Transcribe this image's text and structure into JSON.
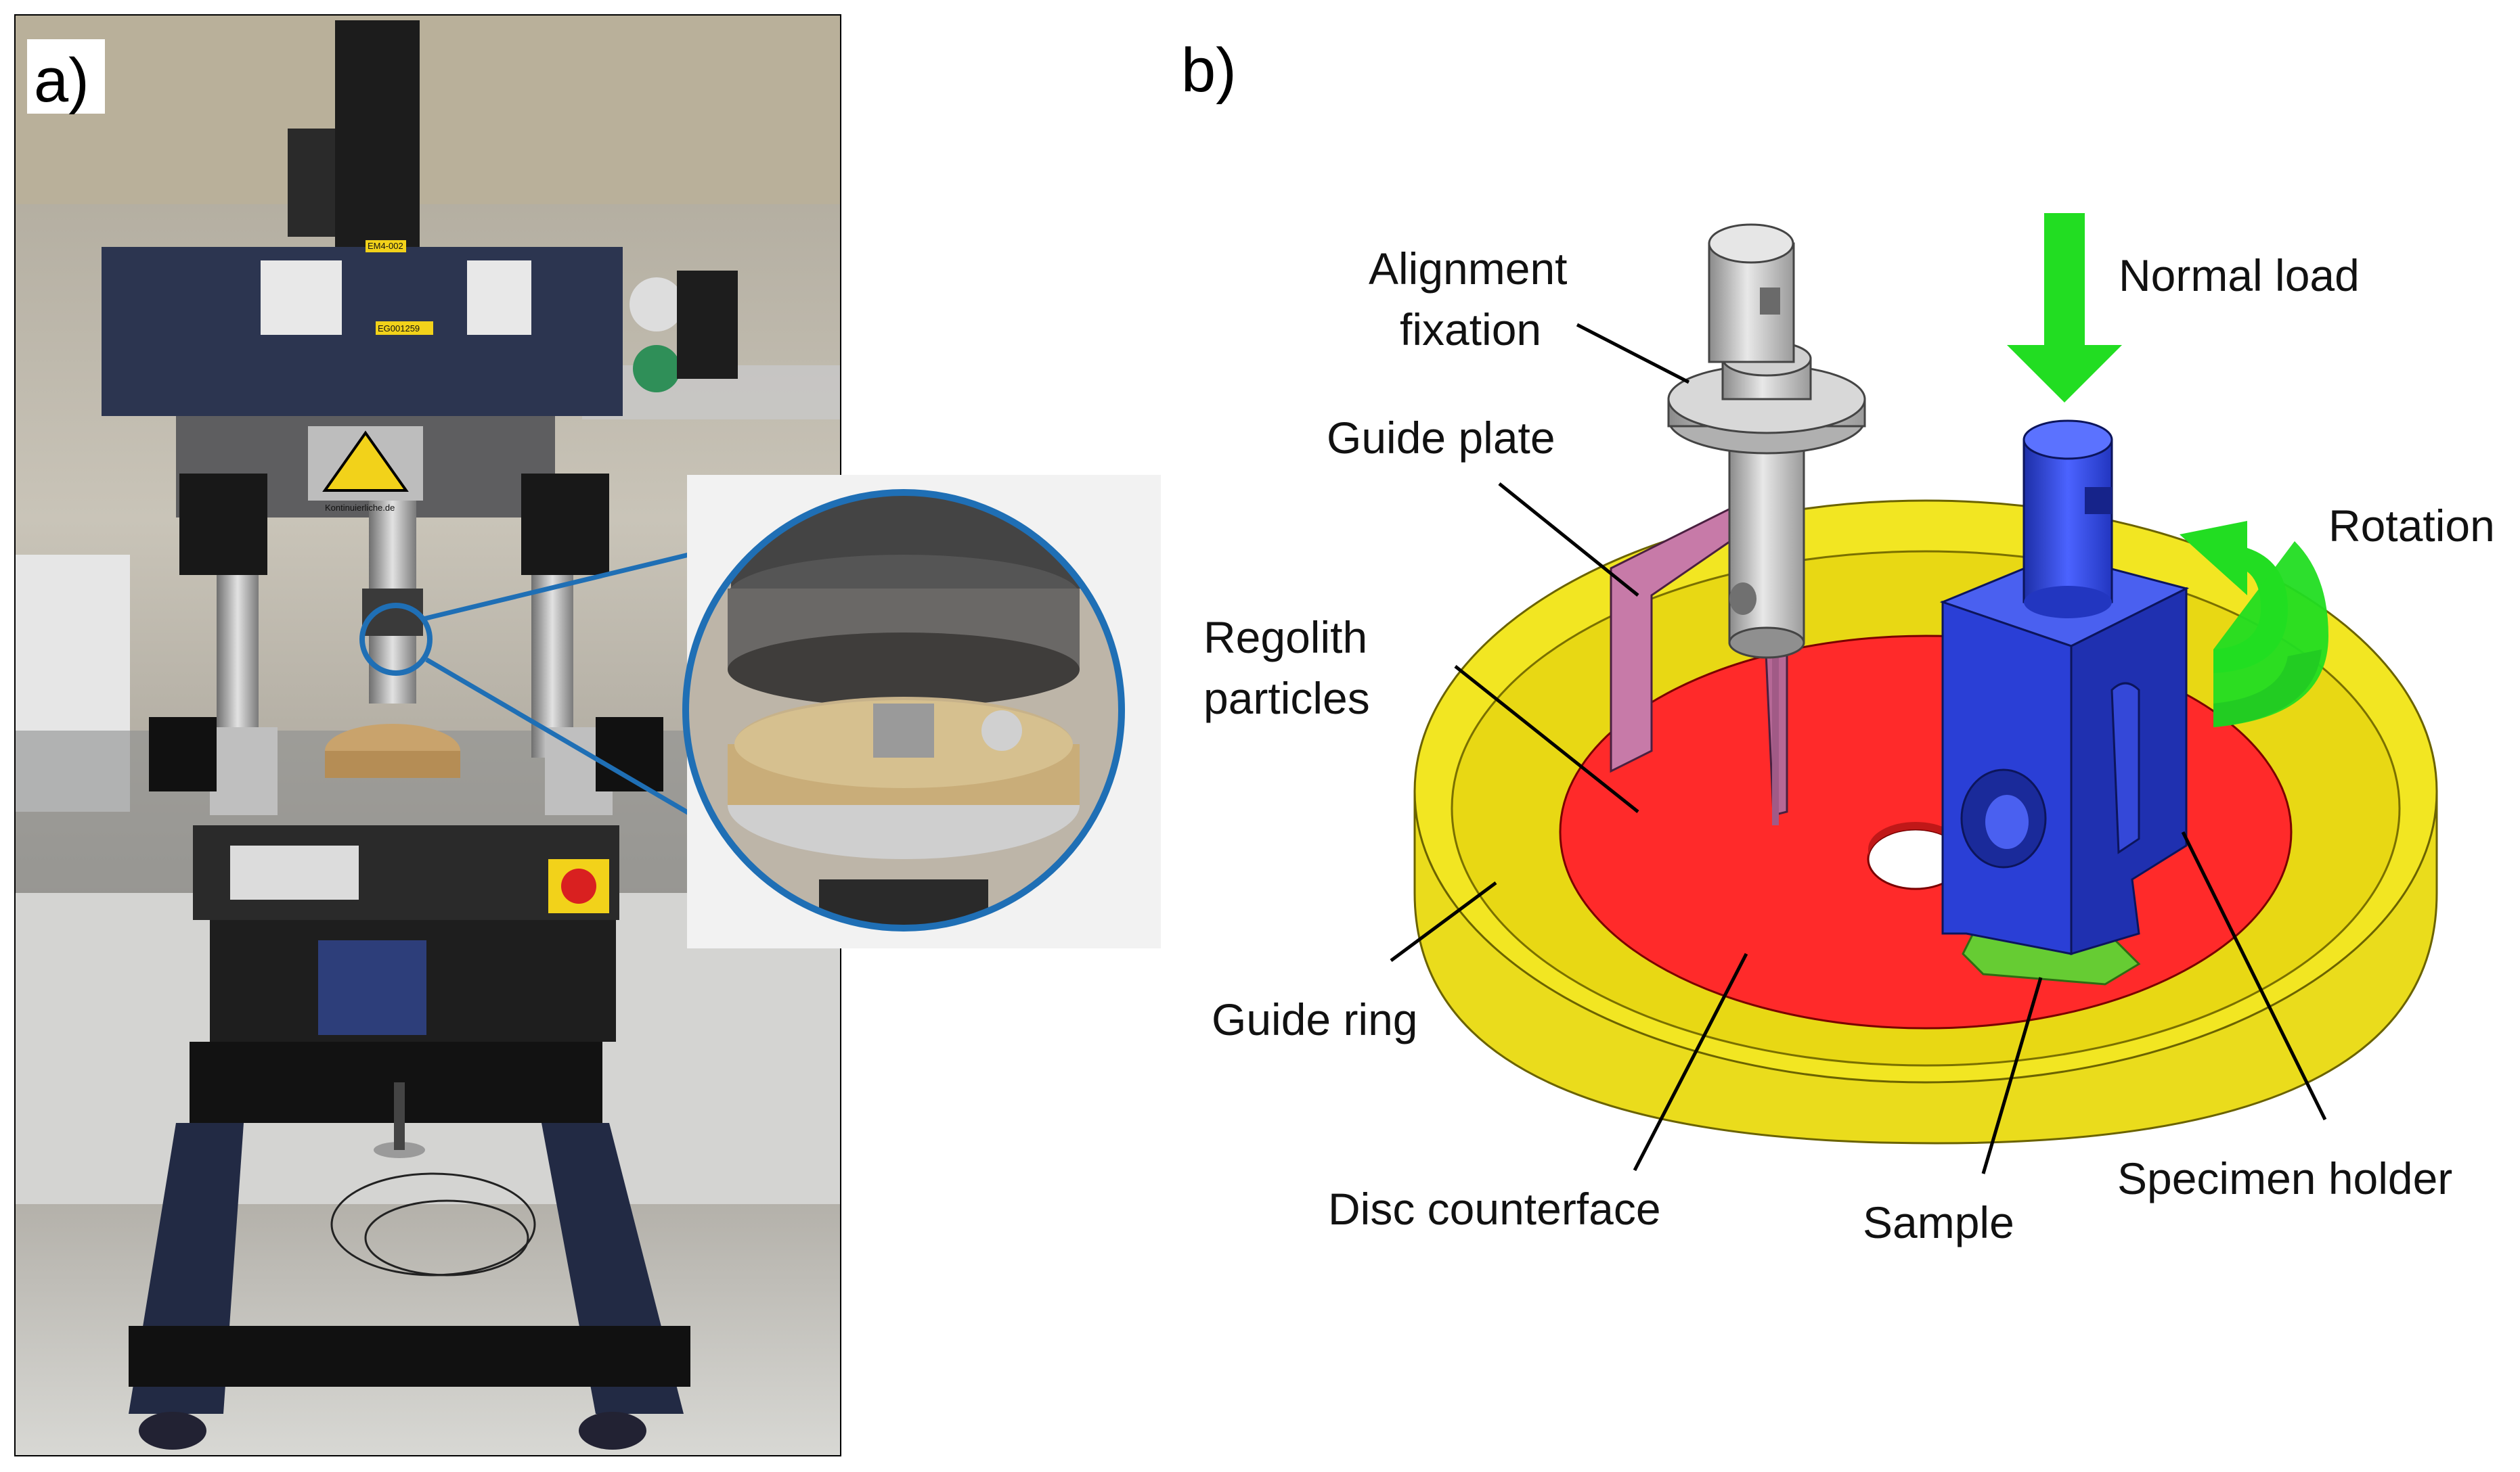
{
  "panel_a": {
    "label": "a)",
    "machine_labels": {
      "tag_top": "EM4-002",
      "tag_blue": "EG001259",
      "warning_text": "Kontinuierliche.de"
    }
  },
  "panel_b": {
    "label": "b)",
    "callouts": {
      "alignment_line1": "Alignment",
      "alignment_line2": "fixation",
      "guide_plate": "Guide plate",
      "normal_load": "Normal load",
      "rotation": "Rotation",
      "regolith_line1": "Regolith",
      "regolith_line2": "particles",
      "guide_ring": "Guide ring",
      "disc_counterface": "Disc counterface",
      "sample": "Sample",
      "specimen_holder": "Specimen holder"
    }
  },
  "colors": {
    "guide_ring": "#f2e622",
    "disc": "#ff2a2a",
    "specimen_holder": "#2a3fd6",
    "arrow": "#22dd22",
    "guide_plate": "#c77aa8",
    "alignment": "#b8b8b8",
    "sample": "#66cc33",
    "machine_body": "#2c3550",
    "inset_border": "#1f6fb5"
  }
}
